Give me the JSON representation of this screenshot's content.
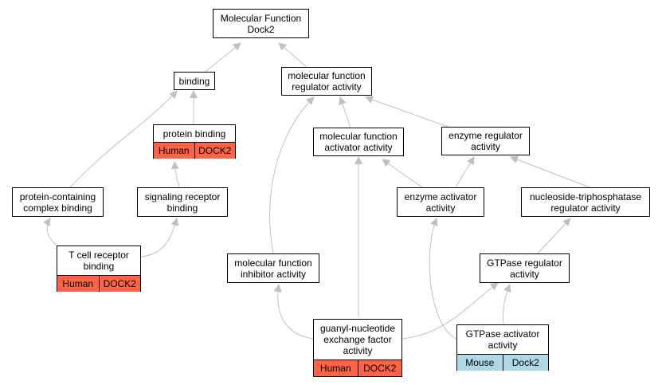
{
  "colors": {
    "edge": "#c0c0c0",
    "human": "#fe6347",
    "mouse": "#add8e6"
  },
  "nodes": {
    "root": {
      "label": "Molecular Function\nDock2"
    },
    "binding": {
      "label": "binding"
    },
    "mf_regulator": {
      "label": "molecular function\nregulator activity"
    },
    "protein_binding": {
      "label": "protein binding",
      "tags": [
        "Human",
        "DOCK2"
      ]
    },
    "mf_activator": {
      "label": "molecular function\nactivator activity"
    },
    "enzyme_regulator": {
      "label": "enzyme regulator\nactivity"
    },
    "complex_binding": {
      "label": "protein-containing\ncomplex binding"
    },
    "signaling_receptor": {
      "label": "signaling receptor\nbinding"
    },
    "enzyme_activator": {
      "label": "enzyme activator\nactivity"
    },
    "ntpase_regulator": {
      "label": "nucleoside-triphosphatase\nregulator activity"
    },
    "tcell_receptor": {
      "label": "T cell receptor\nbinding",
      "tags": [
        "Human",
        "DOCK2"
      ]
    },
    "mf_inhibitor": {
      "label": "molecular function\ninhibitor activity"
    },
    "gtpase_regulator": {
      "label": "GTPase regulator\nactivity"
    },
    "gef": {
      "label": "guanyl-nucleotide\nexchange factor\nactivity",
      "tags": [
        "Human",
        "DOCK2"
      ]
    },
    "gtpase_activator": {
      "label": "GTPase activator\nactivity",
      "tags": [
        "Mouse",
        "Dock2"
      ]
    }
  }
}
